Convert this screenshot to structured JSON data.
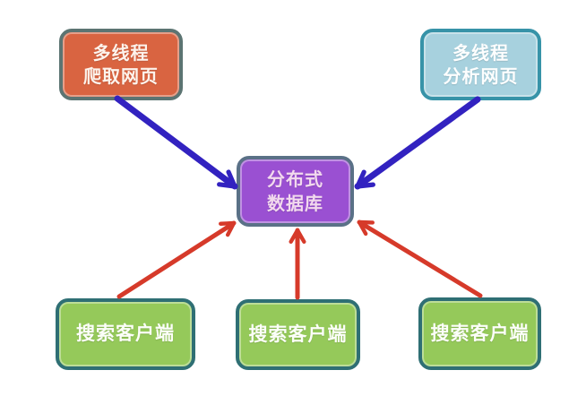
{
  "background": "#FFFFFF",
  "nodes": {
    "crawler": {
      "line1": "多线程",
      "line2": "爬取网页",
      "fill": "#D96441",
      "border": "#5C7472",
      "text_color": "#FDF3EC"
    },
    "analyzer": {
      "line1": "多线程",
      "line2": "分析网页",
      "fill": "#A7D1DE",
      "border": "#3793A8",
      "text_color": "#FDFEFE"
    },
    "database": {
      "line1": "分布式",
      "line2": "数据库",
      "fill": "#9A50D2",
      "border": "#5A7187",
      "text_color": "#F2D9EE"
    },
    "client_left": {
      "label": "搜索客户端",
      "fill": "#95C95A",
      "border": "#2F6F74",
      "text_color": "#FCFEF9"
    },
    "client_middle": {
      "label": "搜索客户端",
      "fill": "#95C95A",
      "border": "#2F6F74",
      "text_color": "#FCFEF9"
    },
    "client_right": {
      "label": "搜索客户端",
      "fill": "#95C95A",
      "border": "#2F6F74",
      "text_color": "#FCFEF9"
    }
  },
  "arrows": {
    "blue_color": "#3222C0",
    "red_color": "#D63A2A",
    "connections": [
      {
        "from": "crawler",
        "to": "database",
        "color": "blue"
      },
      {
        "from": "analyzer",
        "to": "database",
        "color": "blue"
      },
      {
        "from": "client_left",
        "to": "database",
        "color": "red"
      },
      {
        "from": "client_middle",
        "to": "database",
        "color": "red"
      },
      {
        "from": "client_right",
        "to": "database",
        "color": "red"
      }
    ]
  }
}
